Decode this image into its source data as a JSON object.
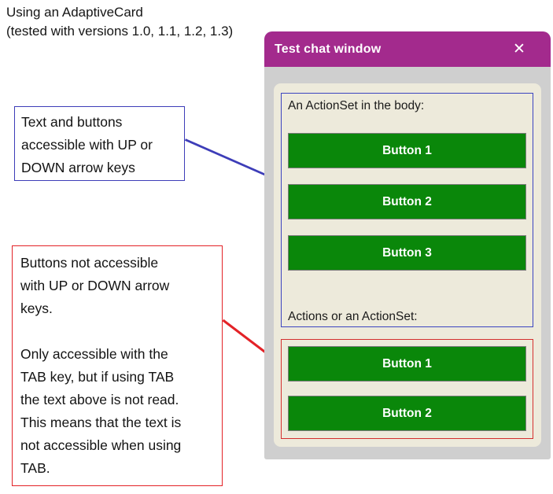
{
  "page": {
    "title_line1": "Using an AdaptiveCard",
    "title_line2": "(tested with versions 1.0, 1.1, 1.2, 1.3)"
  },
  "annotations": {
    "blue_note": {
      "text": "Text and buttons\naccessible with UP or\nDOWN arrow keys",
      "border_color": "#3D3DB8",
      "line_color": "#3D3DB8"
    },
    "red_note": {
      "text": "Buttons not accessible\nwith UP or DOWN arrow\nkeys.\n\nOnly accessible with the\nTAB key, but if using TAB\nthe text above is not read.\nThis means that the text is\nnot accessible when using\nTAB.",
      "border_color": "#E32227",
      "line_color": "#E32227"
    }
  },
  "chat_window": {
    "title": "Test chat window",
    "close_icon": "✕",
    "header_color": "#A32A8D",
    "body_color": "#CFCFCF",
    "card": {
      "background_color": "#EDEADB",
      "body_section": {
        "label": "An ActionSet in the body:",
        "buttons": [
          "Button 1",
          "Button 2",
          "Button 3"
        ],
        "footer_label": "Actions or an ActionSet:",
        "border_color": "#3B44C0"
      },
      "actions_section": {
        "buttons": [
          "Button 1",
          "Button 2"
        ],
        "border_color": "#D42F2F"
      },
      "button_color": "#0A870A",
      "button_text_color": "#FFFFFF"
    }
  }
}
